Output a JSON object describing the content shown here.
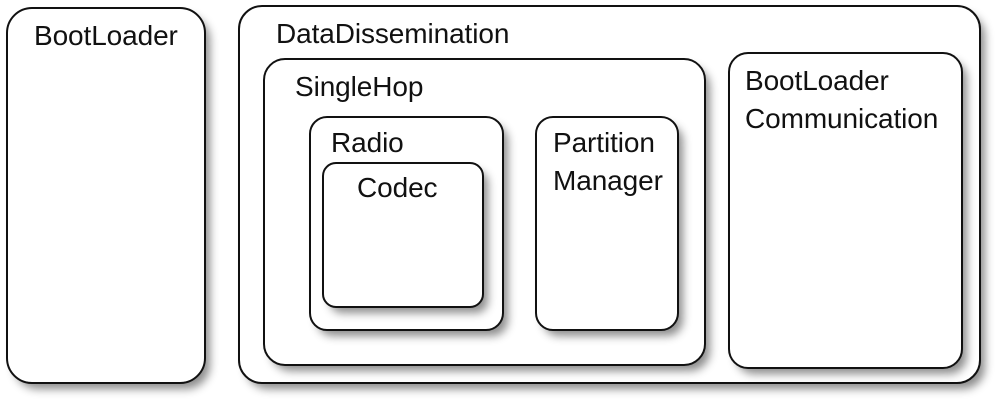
{
  "diagram": {
    "title": "BootLoader and DataDissemination component nesting",
    "background_color": "#ffffff",
    "stroke_color": "#111111",
    "fill_color": "#ffffff",
    "boxes": [
      {
        "id": "bootloader",
        "label": "BootLoader",
        "depth": 0,
        "parent": null
      },
      {
        "id": "datadissemination",
        "label": "DataDissemination",
        "depth": 0,
        "parent": null
      },
      {
        "id": "singlehop",
        "label": "SingleHop",
        "depth": 1,
        "parent": "datadissemination"
      },
      {
        "id": "radio",
        "label": "Radio",
        "depth": 2,
        "parent": "singlehop"
      },
      {
        "id": "codec",
        "label": "Codec",
        "depth": 3,
        "parent": "radio"
      },
      {
        "id": "partition-manager",
        "label": "Partition\nManager",
        "depth": 2,
        "parent": "singlehop"
      },
      {
        "id": "bootloader-communication",
        "label": "BootLoader\nCommunication",
        "depth": 1,
        "parent": "datadissemination"
      }
    ]
  }
}
